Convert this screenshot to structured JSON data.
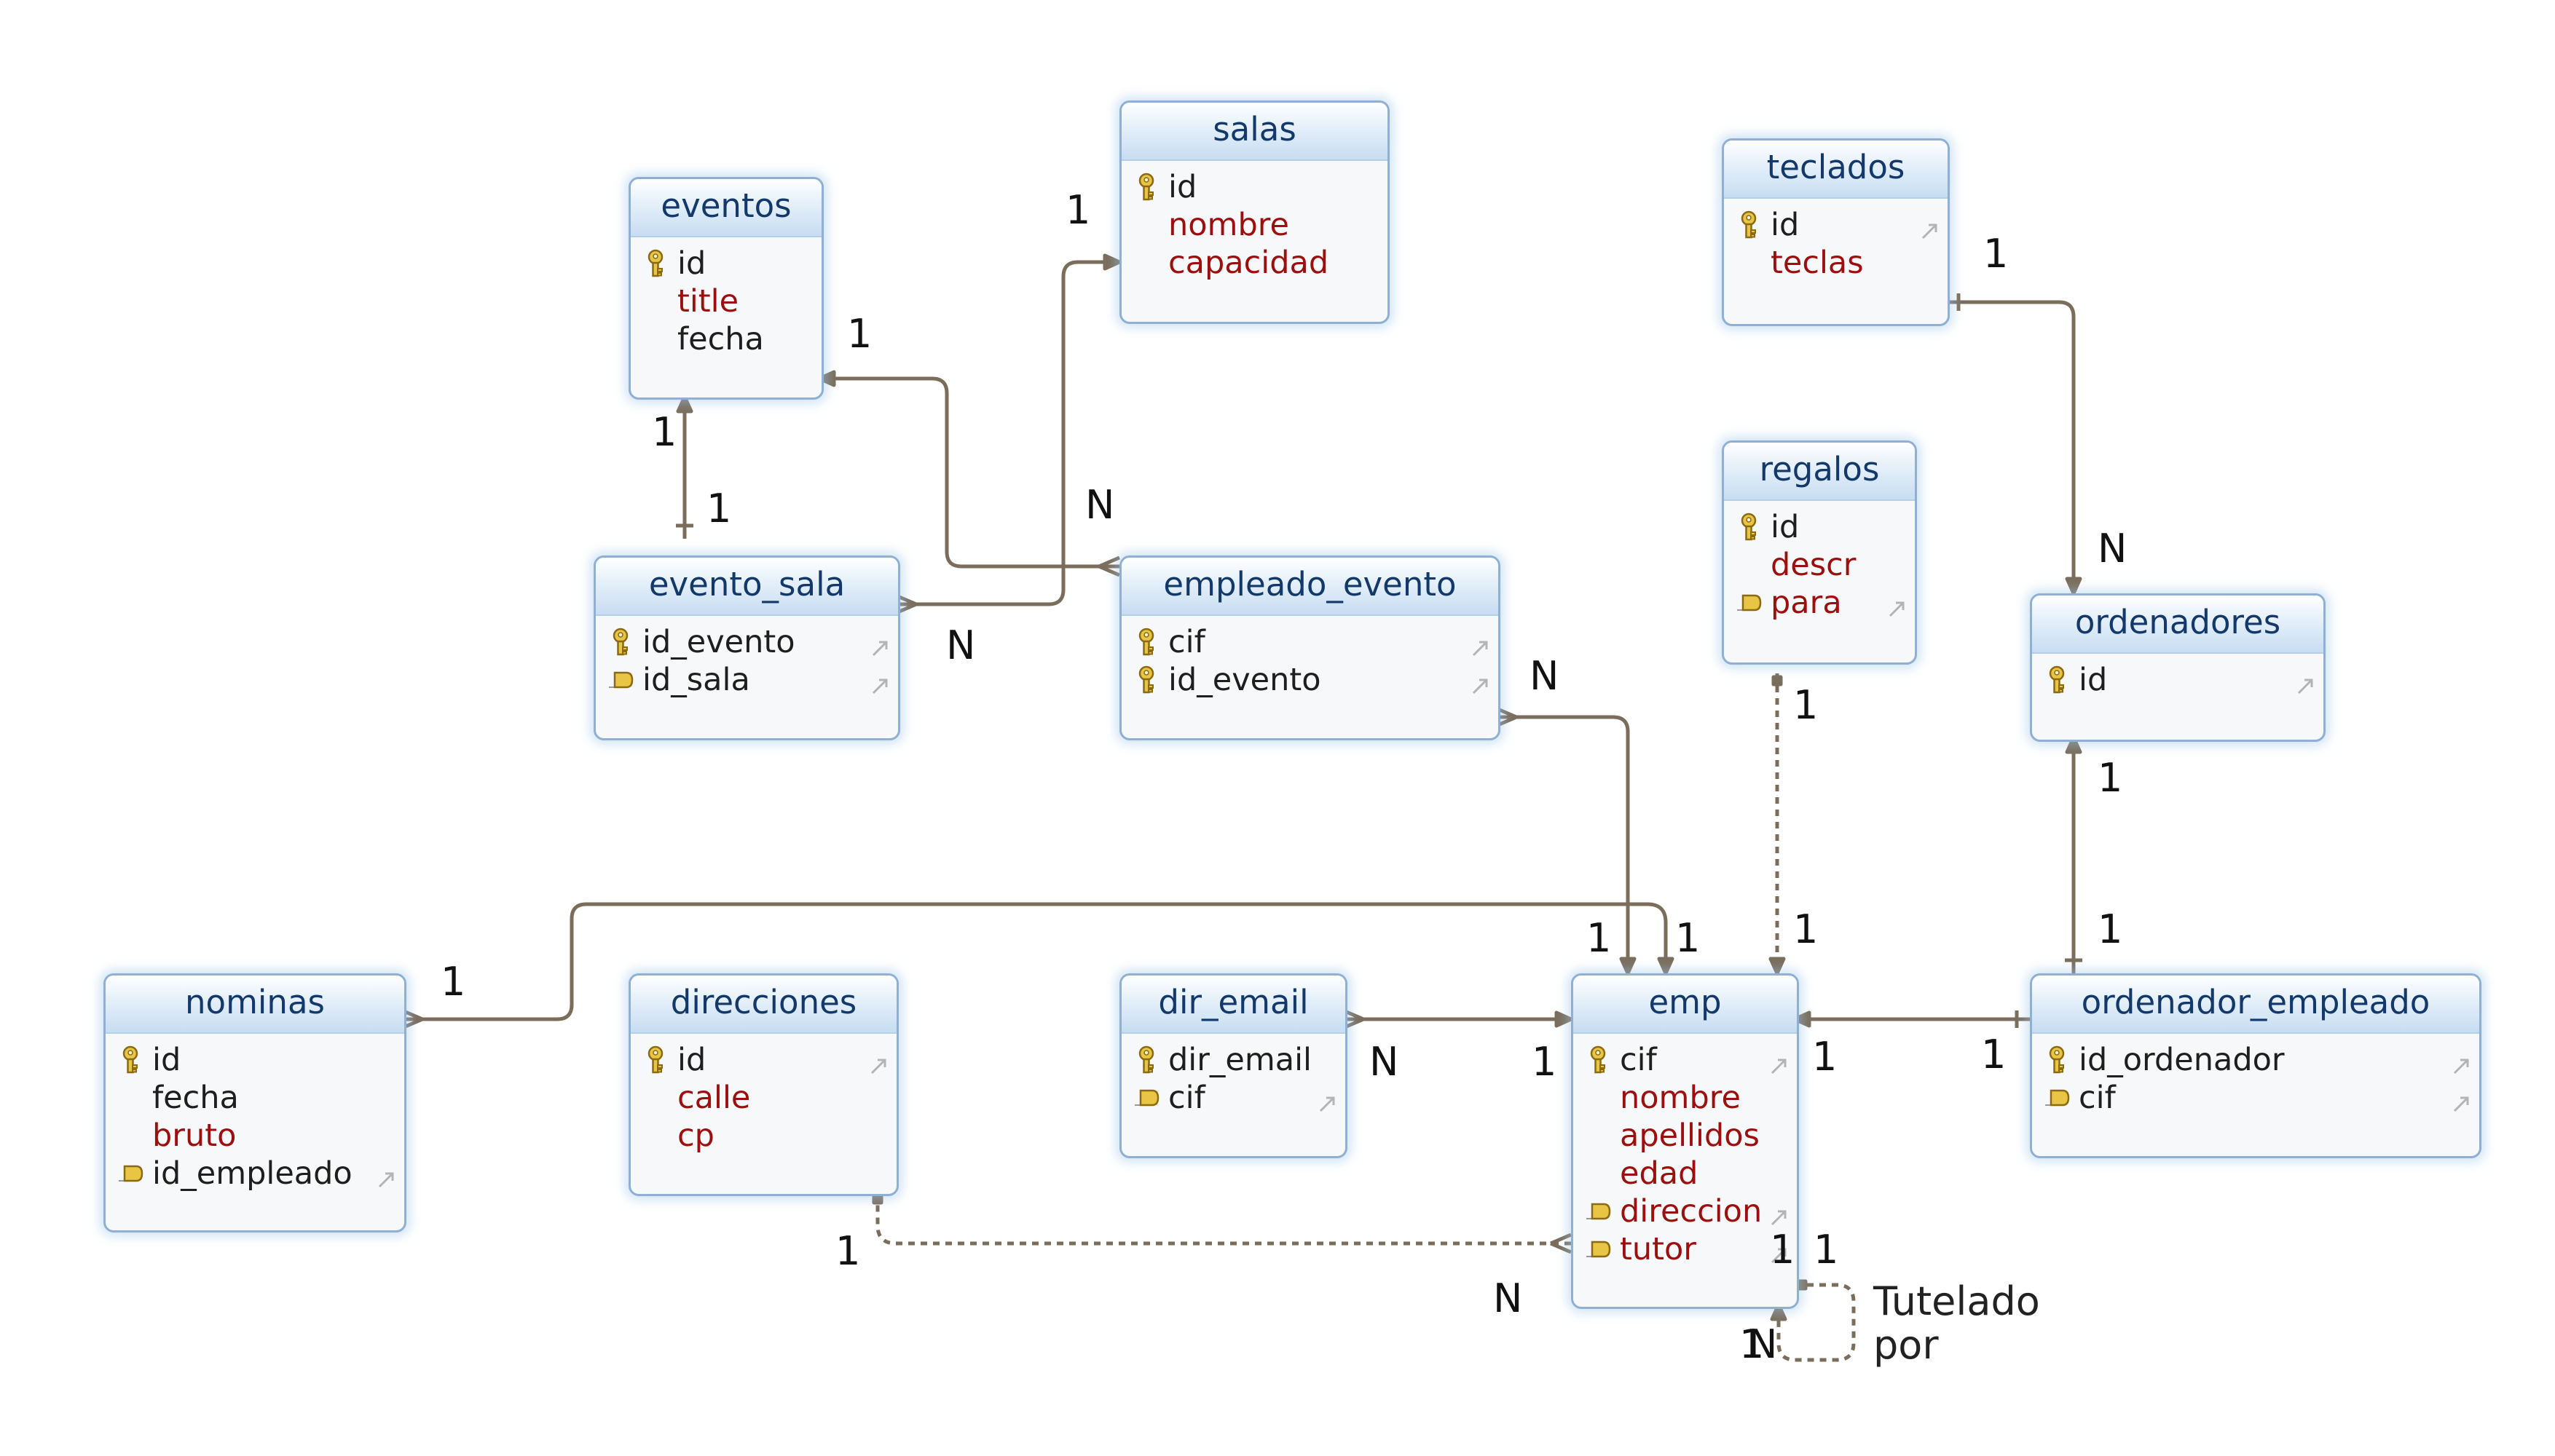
{
  "diagram": {
    "entities": [
      {
        "id": "eventos",
        "name": "eventos",
        "fields": [
          {
            "name": "id",
            "icon": "key-icon",
            "required": false,
            "arrow": false
          },
          {
            "name": "title",
            "icon": "",
            "required": true,
            "arrow": false
          },
          {
            "name": "fecha",
            "icon": "",
            "required": false,
            "arrow": false
          }
        ]
      },
      {
        "id": "salas",
        "name": "salas",
        "fields": [
          {
            "name": "id",
            "icon": "key-icon",
            "required": false,
            "arrow": false
          },
          {
            "name": "nombre",
            "icon": "",
            "required": true,
            "arrow": false
          },
          {
            "name": "capacidad",
            "icon": "",
            "required": true,
            "arrow": false
          }
        ]
      },
      {
        "id": "teclados",
        "name": "teclados",
        "fields": [
          {
            "name": "id",
            "icon": "key-icon",
            "required": false,
            "arrow": true
          },
          {
            "name": "teclas",
            "icon": "",
            "required": true,
            "arrow": false
          }
        ]
      },
      {
        "id": "regalos",
        "name": "regalos",
        "fields": [
          {
            "name": "id",
            "icon": "key-icon",
            "required": false,
            "arrow": false
          },
          {
            "name": "descr",
            "icon": "",
            "required": true,
            "arrow": false
          },
          {
            "name": "para",
            "icon": "foreign-key-icon",
            "required": true,
            "arrow": true
          }
        ]
      },
      {
        "id": "evento_sala",
        "name": "evento_sala",
        "fields": [
          {
            "name": "id_evento",
            "icon": "key-icon",
            "required": false,
            "arrow": true
          },
          {
            "name": "id_sala",
            "icon": "foreign-key-icon",
            "required": false,
            "arrow": true
          }
        ]
      },
      {
        "id": "empleado_evento",
        "name": "empleado_evento",
        "fields": [
          {
            "name": "cif",
            "icon": "key-icon",
            "required": false,
            "arrow": true
          },
          {
            "name": "id_evento",
            "icon": "key-icon",
            "required": false,
            "arrow": true
          }
        ]
      },
      {
        "id": "ordenadores",
        "name": "ordenadores",
        "fields": [
          {
            "name": "id",
            "icon": "key-icon",
            "required": false,
            "arrow": true
          }
        ]
      },
      {
        "id": "nominas",
        "name": "nominas",
        "fields": [
          {
            "name": "id",
            "icon": "key-icon",
            "required": false,
            "arrow": false
          },
          {
            "name": "fecha",
            "icon": "",
            "required": false,
            "arrow": false
          },
          {
            "name": "bruto",
            "icon": "",
            "required": true,
            "arrow": false
          },
          {
            "name": "id_empleado",
            "icon": "foreign-key-icon",
            "required": false,
            "arrow": true
          }
        ]
      },
      {
        "id": "direcciones",
        "name": "direcciones",
        "fields": [
          {
            "name": "id",
            "icon": "key-icon",
            "required": false,
            "arrow": true
          },
          {
            "name": "calle",
            "icon": "",
            "required": true,
            "arrow": false
          },
          {
            "name": "cp",
            "icon": "",
            "required": true,
            "arrow": false
          }
        ]
      },
      {
        "id": "dir_email",
        "name": "dir_email",
        "fields": [
          {
            "name": "dir_email",
            "icon": "key-icon",
            "required": false,
            "arrow": false
          },
          {
            "name": "cif",
            "icon": "foreign-key-icon",
            "required": false,
            "arrow": true
          }
        ]
      },
      {
        "id": "emp",
        "name": "emp",
        "fields": [
          {
            "name": "cif",
            "icon": "key-icon",
            "required": false,
            "arrow": true
          },
          {
            "name": "nombre",
            "icon": "",
            "required": true,
            "arrow": false
          },
          {
            "name": "apellidos",
            "icon": "",
            "required": true,
            "arrow": false
          },
          {
            "name": "edad",
            "icon": "",
            "required": true,
            "arrow": false
          },
          {
            "name": "direccion",
            "icon": "foreign-key-icon",
            "required": true,
            "arrow": true
          },
          {
            "name": "tutor",
            "icon": "foreign-key-icon",
            "required": true,
            "arrow": true
          }
        ]
      },
      {
        "id": "ordenador_empleado",
        "name": "ordenador_empleado",
        "fields": [
          {
            "name": "id_ordenador",
            "icon": "key-icon",
            "required": false,
            "arrow": true
          },
          {
            "name": "cif",
            "icon": "foreign-key-icon",
            "required": false,
            "arrow": true
          }
        ]
      }
    ],
    "relationships": [
      {
        "id": "rel-evento-sala-eventos",
        "from": "evento_sala",
        "to": "eventos",
        "dashed": false
      },
      {
        "id": "rel-evento-sala-salas",
        "from": "evento_sala",
        "to": "salas",
        "dashed": false
      },
      {
        "id": "rel-empleado-evento-eventos",
        "from": "empleado_evento",
        "to": "eventos",
        "dashed": false
      },
      {
        "id": "rel-empleado-evento-emp",
        "from": "empleado_evento",
        "to": "emp",
        "dashed": false
      },
      {
        "id": "rel-teclados-ordenadores",
        "from": "teclados",
        "to": "ordenadores",
        "dashed": false
      },
      {
        "id": "rel-ordenador-empleado-ordenadores",
        "from": "ordenador_empleado",
        "to": "ordenadores",
        "dashed": false
      },
      {
        "id": "rel-ordenador-empleado-emp",
        "from": "ordenador_empleado",
        "to": "emp",
        "dashed": false
      },
      {
        "id": "rel-regalos-emp",
        "from": "regalos",
        "to": "emp",
        "dashed": true
      },
      {
        "id": "rel-nominas-emp",
        "from": "nominas",
        "to": "emp",
        "dashed": false
      },
      {
        "id": "rel-dir-email-emp",
        "from": "dir_email",
        "to": "emp",
        "dashed": false
      },
      {
        "id": "rel-emp-direcciones",
        "from": "emp",
        "to": "direcciones",
        "dashed": true
      },
      {
        "id": "rel-emp-tutor-self",
        "from": "emp",
        "to": "emp",
        "dashed": true
      }
    ],
    "cardinality_labels": [
      "1",
      "1",
      "1",
      "1",
      "1",
      "N",
      "N",
      "N",
      "1",
      "N",
      "1",
      "1",
      "1",
      "1",
      "1",
      "1",
      "1",
      "1",
      "1",
      "N",
      "N",
      "1",
      "1",
      "1",
      "1",
      "N",
      "1",
      "1",
      "1"
    ],
    "note": {
      "line1": "Tutelado",
      "line2": "por"
    },
    "colors": {
      "title_text": "#13386a",
      "required_field": "#9b0f0f",
      "plain_field": "#1e1e1e",
      "relationship_line": "#7a6d5c",
      "entity_border": "#8fb0d2"
    }
  }
}
